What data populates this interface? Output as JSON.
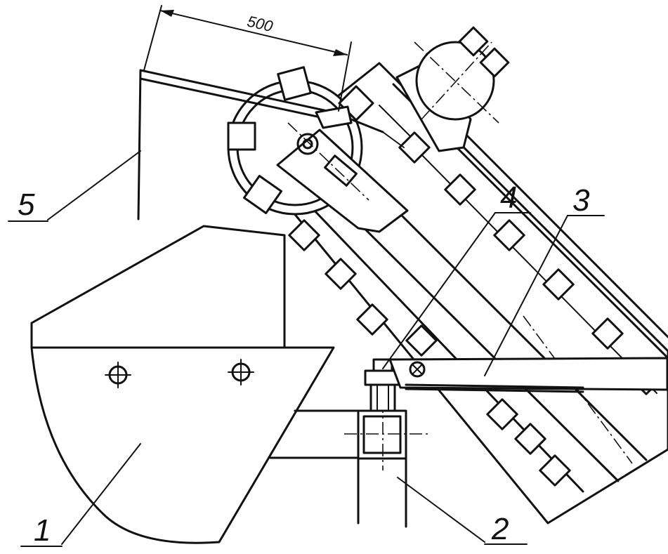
{
  "dimension": {
    "value": "500"
  },
  "callouts": [
    "1",
    "2",
    "3",
    "4",
    "5"
  ]
}
